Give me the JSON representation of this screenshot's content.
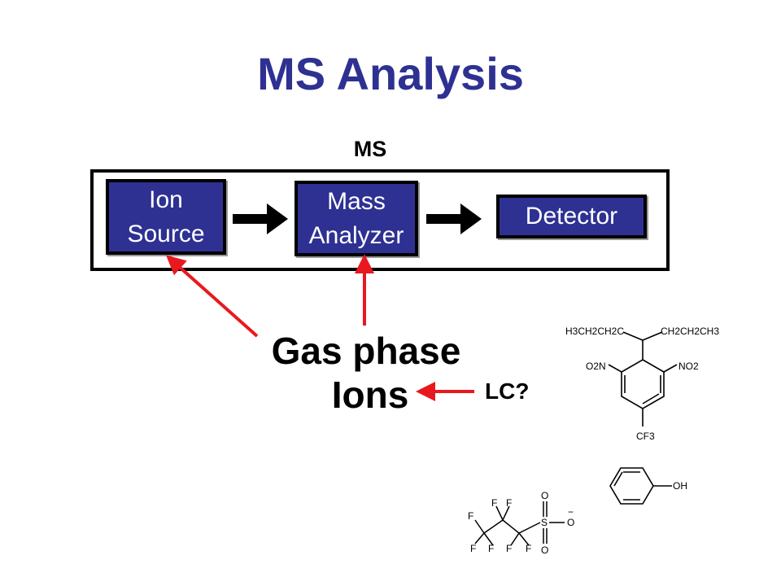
{
  "title": "MS Analysis",
  "ms_label": "MS",
  "blocks": {
    "ion_source": "Ion\nSource",
    "mass_analyzer": "Mass\nAnalyzer",
    "detector": "Detector"
  },
  "gas_phase": "Gas phase",
  "ions": "Ions",
  "lc": "LC?",
  "colors": {
    "title": "#2e3192",
    "block": "#2e3192",
    "arrow_red": "#e8191e"
  },
  "molecules": {
    "trifluralin": {
      "top_left": "H3CH2CH2C",
      "top_right": "CH2CH2CH3",
      "left_group": "O2N",
      "right_group": "NO2",
      "bottom_group": "CF3"
    },
    "phenol": {
      "group": "OH"
    },
    "sulfonate": {
      "atom_f": "F",
      "atom_s": "S",
      "atom_o": "O",
      "charge": "−"
    }
  }
}
